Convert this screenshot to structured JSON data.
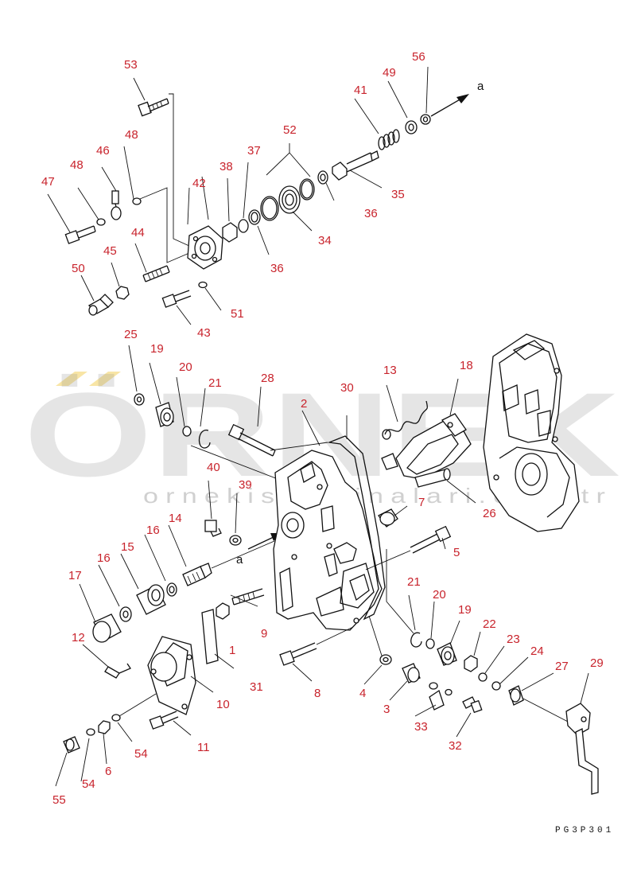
{
  "watermark": {
    "brand": "ÖRNEK",
    "url": "ornekismakinalari.com.tr"
  },
  "diagram_code": "PG3P301",
  "arrow_label": "a",
  "arrow_color": "#c8232c",
  "labels": [
    "53",
    "56",
    "49",
    "41",
    "a",
    "52",
    "48",
    "46",
    "37",
    "38",
    "42",
    "48",
    "47",
    "35",
    "36",
    "34",
    "36",
    "44",
    "45",
    "50",
    "43",
    "51",
    "25",
    "19",
    "20",
    "21",
    "28",
    "30",
    "2",
    "13",
    "18",
    "40",
    "39",
    "7",
    "26",
    "a",
    "16",
    "15",
    "16",
    "14",
    "5",
    "17",
    "21",
    "20",
    "19",
    "9",
    "22",
    "23",
    "24",
    "27",
    "29",
    "12",
    "1",
    "31",
    "8",
    "4",
    "3",
    "10",
    "33",
    "32",
    "11",
    "54",
    "6",
    "55",
    "54"
  ]
}
